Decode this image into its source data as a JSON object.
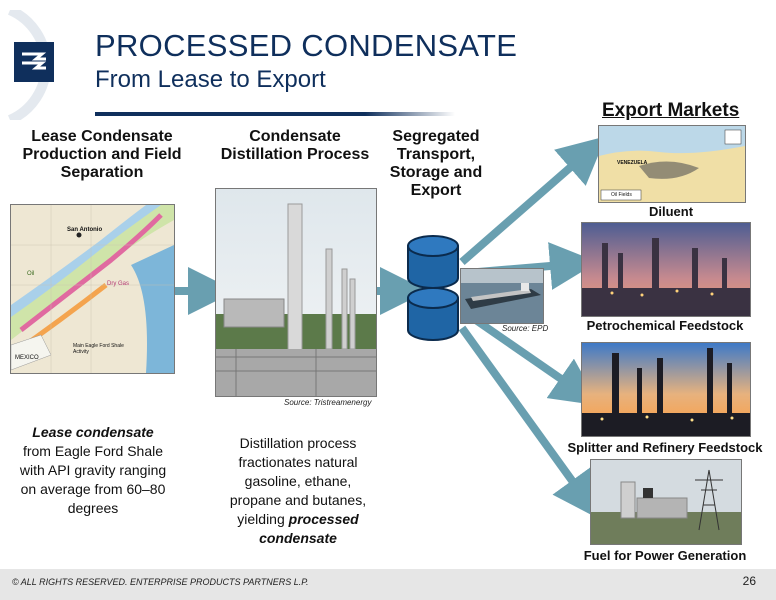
{
  "header": {
    "title": "PROCESSED CONDENSATE",
    "subtitle": "From Lease to Export"
  },
  "columns": {
    "lease": {
      "heading": "Lease Condensate Production and Field Separation",
      "caption_emph": "Lease condensate",
      "caption_rest": "from Eagle Ford Shale with API gravity ranging on average from 60–80 degrees",
      "map_labels": {
        "city": "San Antonio",
        "oil": "Oil",
        "dry_gas": "Dry Gas",
        "mexico": "MEXICO",
        "activity": "Main Eagle Ford Shale Activity"
      }
    },
    "distillation": {
      "heading": "Condensate Distillation Process",
      "source": "Source: Tristreamenergy",
      "caption_rest": "Distillation process fractionates natural gasoline, ethane, propane and butanes, yielding",
      "caption_emph": "processed condensate"
    },
    "transport": {
      "heading": "Segregated Transport, Storage and Export",
      "source": "Source: EPD"
    }
  },
  "markets": {
    "title": "Export Markets",
    "items": [
      {
        "label": "Diluent"
      },
      {
        "label": "Petrochemical Feedstock"
      },
      {
        "label": "Splitter and Refinery Feedstock"
      },
      {
        "label": "Fuel for Power Generation"
      }
    ],
    "map_labels": {
      "country": "VENEZUELA",
      "legend": "Oil Fields"
    }
  },
  "footer": {
    "copyright": "© ALL RIGHTS RESERVED. ENTERPRISE PRODUCTS PARTNERS L.P.",
    "page": "26"
  },
  "colors": {
    "brand_navy": "#0f2f5c",
    "arrow": "#4f8fa3",
    "footer_bg": "#e6e6e6"
  }
}
